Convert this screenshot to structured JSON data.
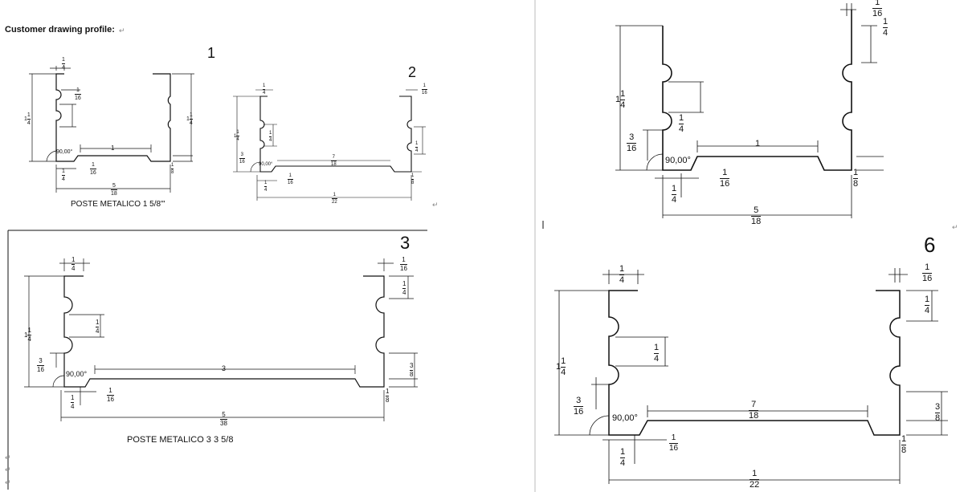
{
  "document": {
    "title": "Customer drawing profile:",
    "paragraph_mark": "↵"
  },
  "profiles": [
    {
      "id": "1",
      "number": "1",
      "caption": "POSTE METALICO  1 5/8\"'",
      "angle": "90,00°",
      "base_width": "1",
      "dims": {
        "lip_width": {
          "n": "1",
          "d": "4"
        },
        "lip_right": {
          "n": "1",
          "d": "16"
        },
        "height": {
          "w": "1",
          "n": "1",
          "d": "4"
        },
        "height_right": {
          "w": "1",
          "n": "1",
          "d": "4"
        },
        "bottom_left": {
          "n": "1",
          "d": "4"
        },
        "step": {
          "n": "1",
          "d": "16"
        },
        "flange_h": {
          "n": "1",
          "d": "8"
        },
        "overall": {
          "n": "5",
          "d": "18"
        }
      }
    },
    {
      "id": "2",
      "number": "2",
      "angle": "90,00°",
      "dims": {
        "lip_width": {
          "n": "1",
          "d": "4"
        },
        "lip_right": {
          "n": "1",
          "d": "16"
        },
        "height": {
          "w": "1",
          "n": "1",
          "d": "4"
        },
        "rib_left": {
          "n": "1",
          "d": "4"
        },
        "rib_right": {
          "n": "1",
          "d": "4"
        },
        "groove": {
          "n": "3",
          "d": "16"
        },
        "base_width": {
          "n": "7",
          "d": "18"
        },
        "bottom_left": {
          "n": "1",
          "d": "4"
        },
        "step": {
          "n": "1",
          "d": "16"
        },
        "flange_h": {
          "n": "1",
          "d": "8"
        },
        "overall": {
          "n": "1",
          "d": "22"
        }
      }
    },
    {
      "id": "3",
      "number": "3",
      "caption": "POSTE METALICO 3 3 5/8",
      "angle": "90,00°",
      "base_width": "3",
      "dims": {
        "lip_width": {
          "n": "1",
          "d": "4"
        },
        "lip_right": {
          "n": "1",
          "d": "16"
        },
        "rib_right": {
          "n": "1",
          "d": "4"
        },
        "height": {
          "w": "1",
          "n": "1",
          "d": "4"
        },
        "rib_left": {
          "n": "1",
          "d": "4"
        },
        "groove": {
          "n": "3",
          "d": "16"
        },
        "bottom_left": {
          "n": "1",
          "d": "4"
        },
        "step": {
          "n": "1",
          "d": "16"
        },
        "side_h": {
          "n": "3",
          "d": "8"
        },
        "flange_h": {
          "n": "1",
          "d": "8"
        },
        "overall": {
          "n": "5",
          "d": "38"
        }
      }
    },
    {
      "id": "4",
      "number": "",
      "angle": "90,00°",
      "base_width": "1",
      "dims": {
        "lip_right": {
          "n": "1",
          "d": "16"
        },
        "rib_right": {
          "n": "1",
          "d": "4"
        },
        "height": {
          "w": "1",
          "n": "1",
          "d": "4"
        },
        "rib_left": {
          "n": "1",
          "d": "4"
        },
        "groove": {
          "n": "3",
          "d": "16"
        },
        "step": {
          "n": "1",
          "d": "16"
        },
        "bottom_left": {
          "n": "1",
          "d": "4"
        },
        "flange_h": {
          "n": "1",
          "d": "8"
        },
        "overall": {
          "n": "5",
          "d": "18"
        }
      }
    },
    {
      "id": "6",
      "number": "6",
      "angle": "90,00°",
      "dims": {
        "lip_width": {
          "n": "1",
          "d": "4"
        },
        "lip_right": {
          "n": "1",
          "d": "16"
        },
        "rib_right": {
          "n": "1",
          "d": "4"
        },
        "height": {
          "w": "1",
          "n": "1",
          "d": "4"
        },
        "rib_left": {
          "n": "1",
          "d": "4"
        },
        "groove": {
          "n": "3",
          "d": "16"
        },
        "base_width": {
          "n": "7",
          "d": "18"
        },
        "step": {
          "n": "1",
          "d": "16"
        },
        "bottom_left": {
          "n": "1",
          "d": "4"
        },
        "side_h": {
          "n": "3",
          "d": "8"
        },
        "flange_h": {
          "n": "1",
          "d": "8"
        },
        "overall": {
          "n": "1",
          "d": "22"
        }
      }
    }
  ]
}
